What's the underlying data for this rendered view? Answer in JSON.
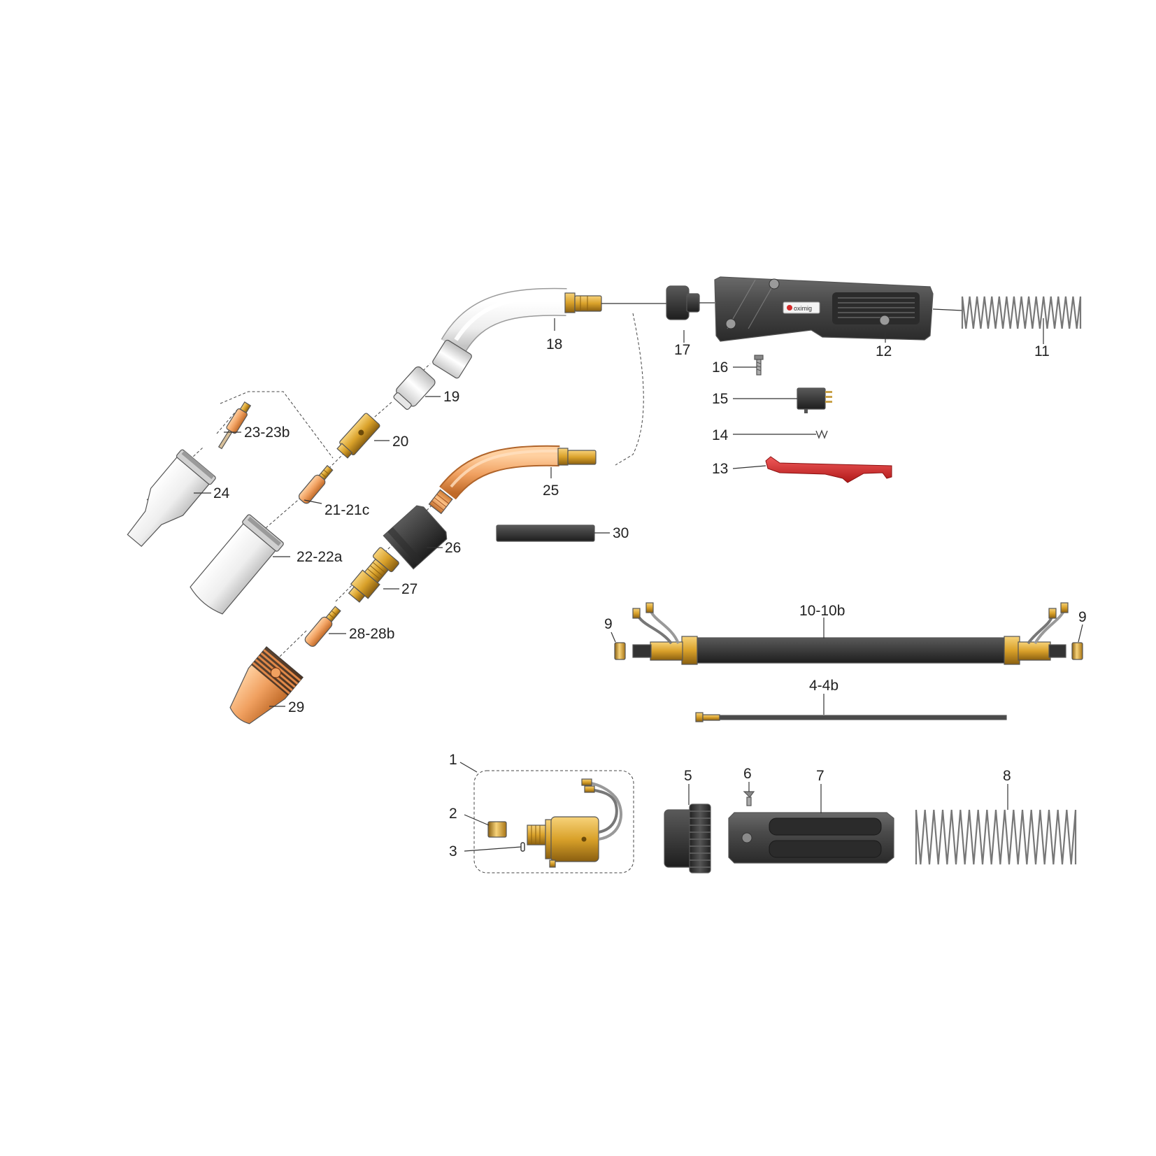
{
  "diagram": {
    "logo_text": "oximig",
    "labels": {
      "p1": "1",
      "p2": "2",
      "p3": "3",
      "p4": "4-4b",
      "p5": "5",
      "p6": "6",
      "p7": "7",
      "p8": "8",
      "p9a": "9",
      "p9b": "9",
      "p10": "10-10b",
      "p11": "11",
      "p12": "12",
      "p13": "13",
      "p14": "14",
      "p15": "15",
      "p16": "16",
      "p17": "17",
      "p18": "18",
      "p19": "19",
      "p20": "20",
      "p21": "21-21c",
      "p22": "22-22a",
      "p23": "23-23b",
      "p24": "24",
      "p25": "25",
      "p26": "26",
      "p27": "27",
      "p28": "28-28b",
      "p29": "29",
      "p30": "30"
    },
    "colors": {
      "brass": "#d9a12a",
      "copper": "#f0a060",
      "trigger": "#d42a2a",
      "handle": "#4a4a4a",
      "white_part": "#f2f2f2",
      "dark_part": "#3c3c3c"
    }
  }
}
